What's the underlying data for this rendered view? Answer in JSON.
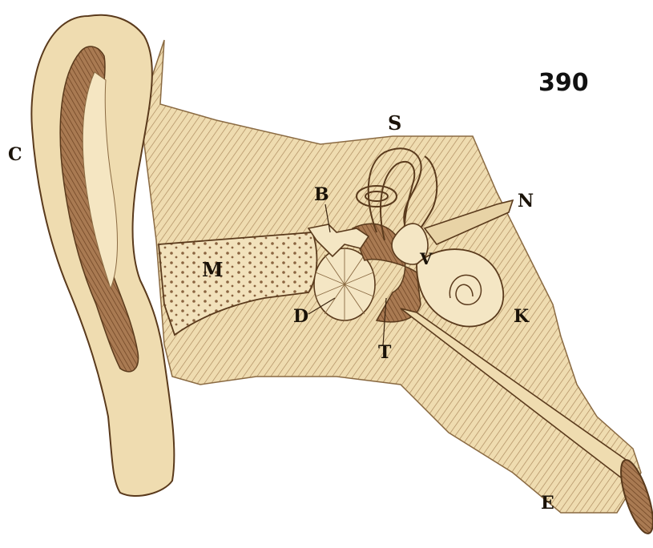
{
  "figure_number": "390",
  "labels": {
    "C": "C",
    "S": "S",
    "B": "B",
    "N": "N",
    "M": "M",
    "V": "V",
    "D": "D",
    "K": "K",
    "T": "T",
    "E": "E"
  },
  "colors": {
    "paper": "#ffffff",
    "bone": "#efdcb0",
    "bone_shadow": "#c9a46a",
    "hatch": "#a9865a",
    "ink": "#5a3a1c",
    "dark": "#7a4a2a",
    "label": "#1a1208"
  }
}
